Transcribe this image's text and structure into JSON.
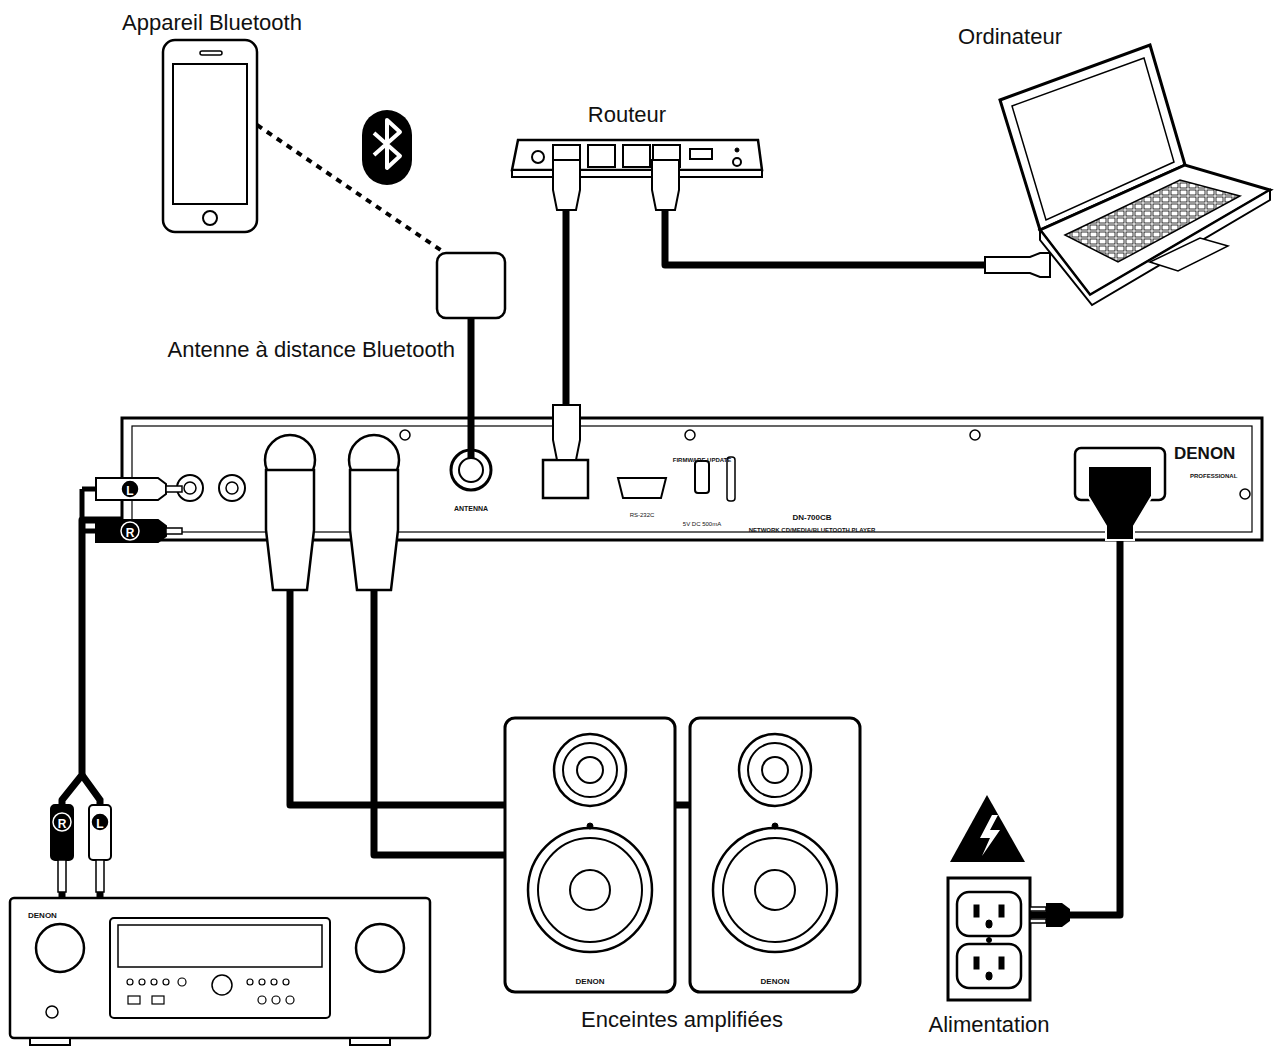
{
  "diagram": {
    "nodes": [
      {
        "text": [
          "Appareil Bluetooth"
        ]
      },
      {
        "text": [
          "Routeur"
        ]
      },
      {
        "text": [
          "Ordinateur"
        ]
      },
      {
        "text": [
          "Antenne à distance Bluetooth"
        ]
      },
      {
        "text": [
          "ANTENNA",
          "RS-232C",
          "FIRMWARE UPDATE",
          "5V DC 500mA",
          "DN-700CB",
          "NETWORK CD/MEDIA/BLUETOOTH PLAYER",
          "DENON",
          "PROFESSIONAL"
        ]
      },
      {
        "text": [
          "DENON"
        ]
      },
      {
        "text": [
          "DENON"
        ]
      },
      {
        "text": [
          "DENON"
        ]
      },
      {
        "text": [
          "Alimentation"
        ]
      }
    ],
    "edges": [
      {
        "from": 0,
        "to": 3,
        "arrow": "none"
      },
      {
        "from": 1,
        "to": 4,
        "arrow": "none"
      },
      {
        "from": 1,
        "to": 2,
        "arrow": "none"
      },
      {
        "from": 3,
        "to": 4,
        "arrow": "none"
      },
      {
        "from": 4,
        "to": 5,
        "arrow": "none"
      },
      {
        "from": 4,
        "to": 7,
        "arrow": "none"
      },
      {
        "from": 4,
        "to": 6,
        "arrow": "none"
      },
      {
        "from": 4,
        "to": 8,
        "arrow": "none"
      }
    ],
    "labels": [
      "L",
      "R",
      "R",
      "L",
      "Enceintes amplifiées"
    ]
  }
}
